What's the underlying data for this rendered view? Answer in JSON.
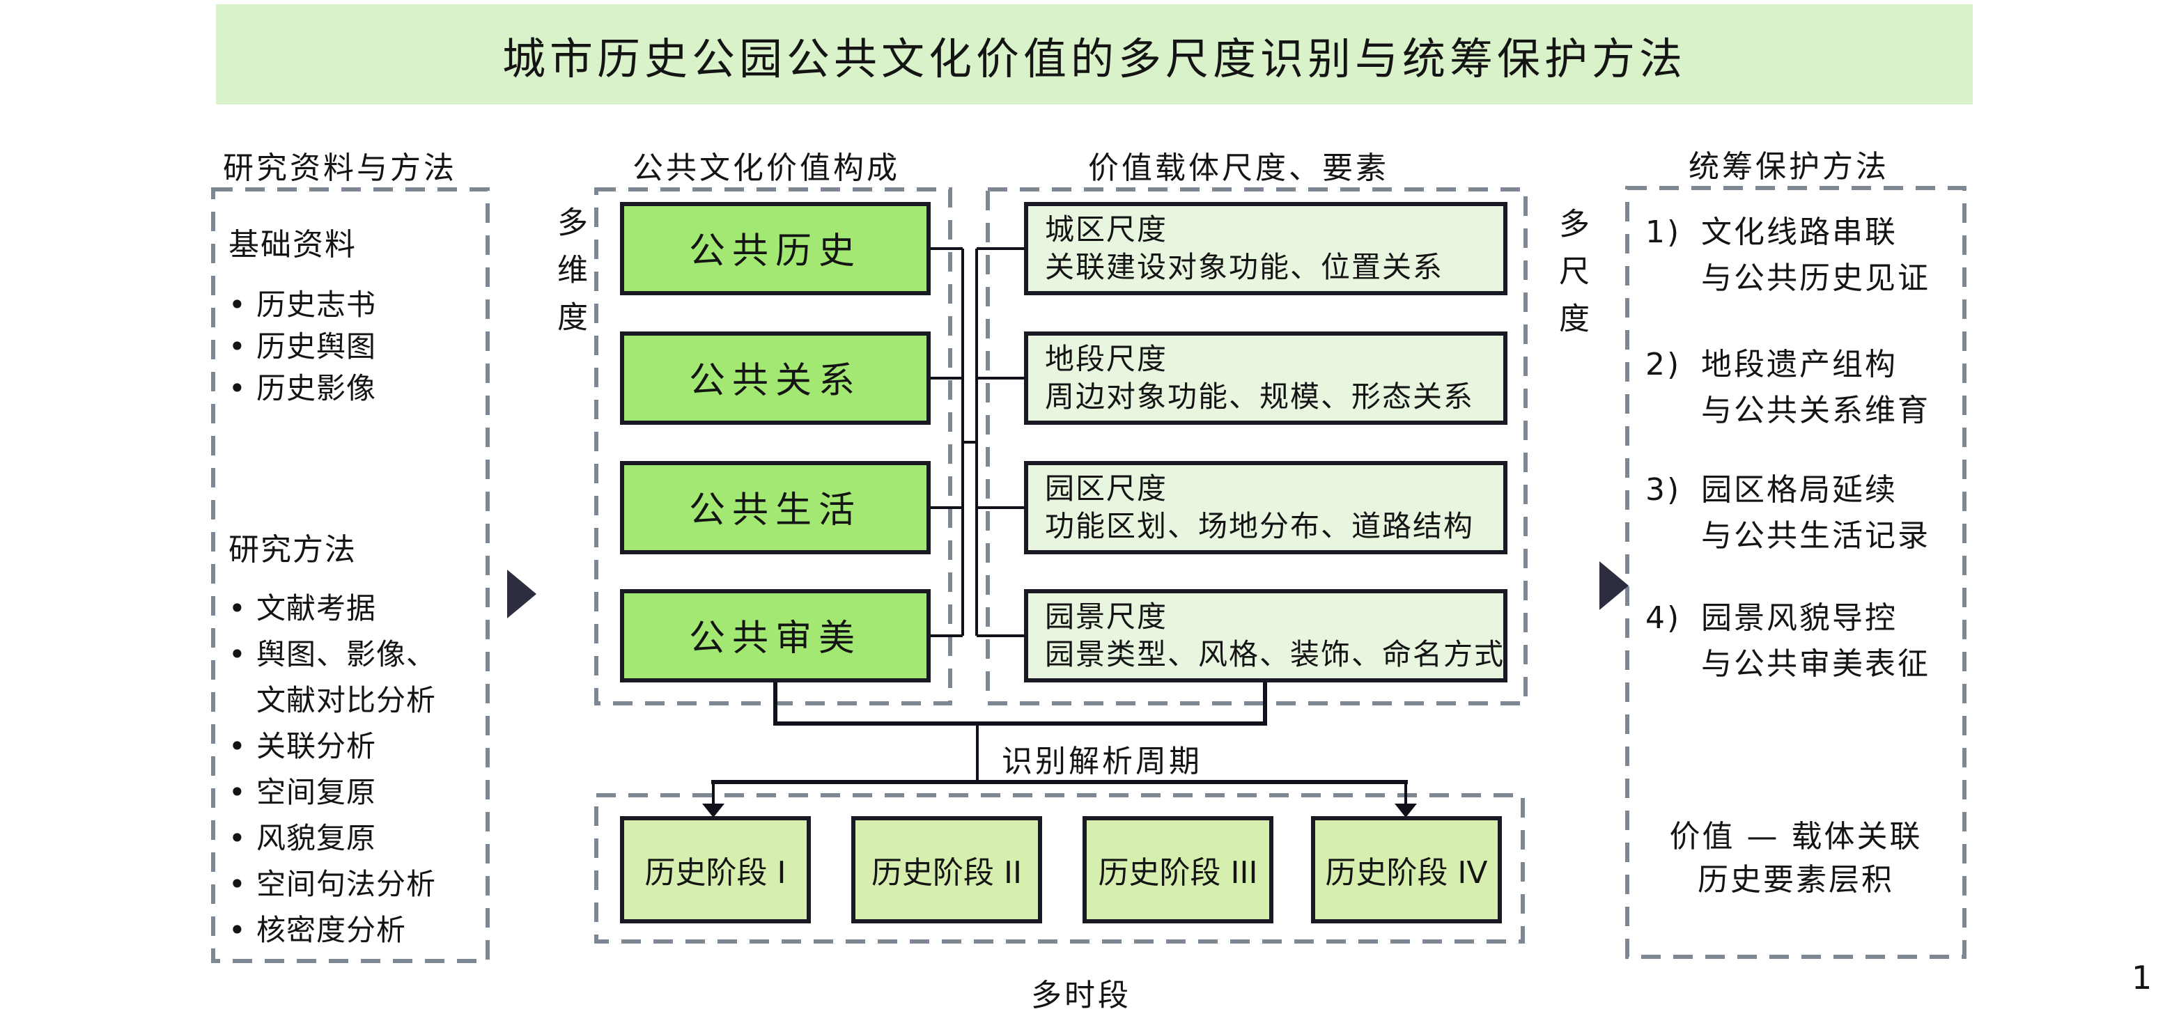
{
  "title": "城市历史公园公共文化价值的多尺度识别与统筹保护方法",
  "bullet_char": "•",
  "page_number": "1",
  "colors": {
    "banner_bg": "#d9f2c9",
    "value_box": "#a2e873",
    "carrier_box": "#e8f6e0",
    "stage_box": "#d7efae",
    "dashed": "#7e8894",
    "box_border": "#191923",
    "line": "#10101a",
    "arrow": "#2d2d40"
  },
  "headers": {
    "research": "研究资料与方法",
    "values": "公共文化价值构成",
    "carriers": "价值载体尺度、要素",
    "protect": "统筹保护方法"
  },
  "left": {
    "materials_title": "基础资料",
    "materials": [
      "历史志书",
      "历史舆图",
      "历史影像"
    ],
    "methods_title": "研究方法",
    "methods_lines": [
      {
        "bullet": true,
        "text": "文献考据"
      },
      {
        "bullet": true,
        "text": "舆图、影像、"
      },
      {
        "bullet": false,
        "text": "文献对比分析"
      },
      {
        "bullet": true,
        "text": "关联分析"
      },
      {
        "bullet": true,
        "text": "空间复原"
      },
      {
        "bullet": true,
        "text": "风貌复原"
      },
      {
        "bullet": true,
        "text": "空间句法分析"
      },
      {
        "bullet": true,
        "text": "核密度分析"
      }
    ]
  },
  "dimension_label": "多维度",
  "scale_label": "多尺度",
  "values": [
    "公共历史",
    "公共关系",
    "公共生活",
    "公共审美"
  ],
  "carriers": [
    {
      "scale": "城区尺度",
      "elements": "关联建设对象功能、位置关系"
    },
    {
      "scale": "地段尺度",
      "elements": "周边对象功能、规模、形态关系"
    },
    {
      "scale": "园区尺度",
      "elements": "功能区划、场地分布、道路结构"
    },
    {
      "scale": "园景尺度",
      "elements": "园景类型、风格、装饰、命名方式"
    }
  ],
  "protect": {
    "items": [
      {
        "num": "1)",
        "line1": "文化线路串联",
        "line2": "与公共历史见证"
      },
      {
        "num": "2)",
        "line1": "地段遗产组构",
        "line2": "与公共关系维育"
      },
      {
        "num": "3)",
        "line1": "园区格局延续",
        "line2": "与公共生活记录"
      },
      {
        "num": "4)",
        "line1": "园景风貌导控",
        "line2": "与公共审美表征"
      }
    ],
    "footer_line1": "价值 — 载体关联",
    "footer_line2": "历史要素层积"
  },
  "cycle_label": "识别解析周期",
  "stages": [
    "历史阶段 I",
    "历史阶段 II",
    "历史阶段 III",
    "历史阶段 IV"
  ],
  "period_label": "多时段"
}
